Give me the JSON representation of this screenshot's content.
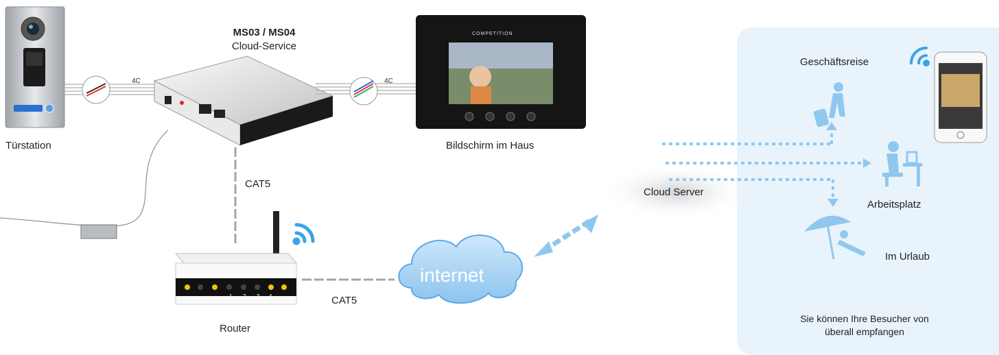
{
  "device": {
    "model": "MS03 / MS04",
    "service": "Cloud-Service"
  },
  "labels": {
    "doorstation": "Türstation",
    "monitor": "Bildschirm im Haus",
    "router": "Router",
    "cat5_vertical": "CAT5",
    "cat5_horizontal": "CAT5",
    "wire_left": "4C",
    "wire_right": "4C",
    "internet": "internet",
    "cloud_server": "Cloud Server",
    "business_trip": "Geschäftsreise",
    "workplace": "Arbeitsplatz",
    "vacation": "Im Urlaub",
    "footer_line1": "Sie können Ihre Besucher von",
    "footer_line2": "überall empfangen",
    "brand": "COMPETITION"
  },
  "router_ports": [
    "1",
    "2",
    "3",
    "4"
  ],
  "colors": {
    "accent_blue": "#3aa3e8",
    "light_blue": "#8fc8ef",
    "panel_bg": "#e9f3fc",
    "led_yellow": "#f4c20d"
  },
  "icons": [
    "wifi-icon",
    "traveler-icon",
    "desk-worker-icon",
    "beach-umbrella-icon",
    "smartphone-icon",
    "cloud-icon"
  ]
}
